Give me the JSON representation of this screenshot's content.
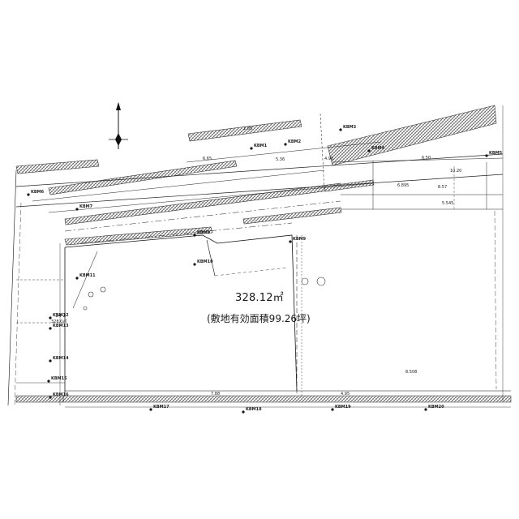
{
  "plan": {
    "area_main": "328.12㎡",
    "area_sub": "(敷地有効面積99.26坪)",
    "lot_number": "14-2",
    "lot_area": "328.0㎡",
    "point_labels": [
      "KBM1",
      "KBM2",
      "KBM3",
      "KBM4",
      "KBM5",
      "KBM6",
      "KBM7",
      "KBM8",
      "KBM9",
      "KBM10",
      "KBM11",
      "KBM12",
      "KBM13",
      "KBM14",
      "KBM15",
      "KBM16",
      "KBM17",
      "KBM18",
      "KBM19",
      "KBM20"
    ],
    "dimension_labels": [
      "6.65",
      "1.05",
      "6.50",
      "10.20",
      "4.96",
      "5.36",
      "6.895",
      "8.57",
      "5.545",
      "8.508",
      "7.88",
      "4.95"
    ]
  }
}
